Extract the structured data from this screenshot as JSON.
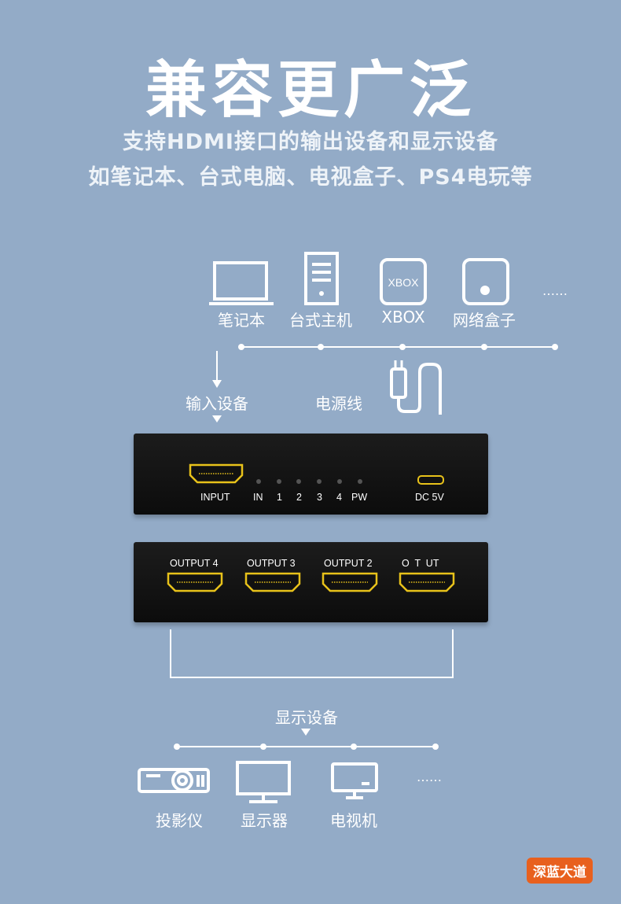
{
  "title": "兼容更广泛",
  "subtitle_line1": "支持HDMI接口的输出设备和显示设备",
  "subtitle_line2": "如笔记本、台式电脑、电视盒子、PS4电玩等",
  "input_devices": [
    {
      "label": "笔记本",
      "icon": "laptop-icon"
    },
    {
      "label": "台式主机",
      "icon": "desktop-tower-icon"
    },
    {
      "label": "XBOX",
      "icon": "xbox-icon",
      "icon_text": "XBOX"
    },
    {
      "label": "网络盒子",
      "icon": "network-box-icon"
    }
  ],
  "ellipsis": "……",
  "input_label": "输入设备",
  "power_label": "电源线",
  "front_panel": {
    "input_port": "INPUT",
    "leds": [
      "IN",
      "1",
      "2",
      "3",
      "4",
      "PW"
    ],
    "dc": "DC 5V"
  },
  "back_panel": {
    "outputs": [
      "OUTPUT 4",
      "OUTPUT 3",
      "OUTPUT 2",
      "O  T  UT"
    ]
  },
  "display_label": "显示设备",
  "display_devices": [
    {
      "label": "投影仪",
      "icon": "projector-icon"
    },
    {
      "label": "显示器",
      "icon": "monitor-icon"
    },
    {
      "label": "电视机",
      "icon": "tv-icon"
    }
  ],
  "brand": "深蓝大道",
  "colors": {
    "background": "#93abc7",
    "port_gold": "#e8c21a",
    "brand": "#e8601e"
  }
}
